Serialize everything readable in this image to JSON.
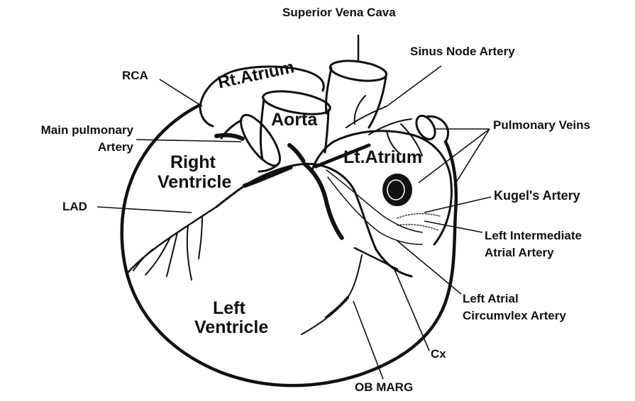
{
  "labels": {
    "superior_vena_cava": "Superior Vena Cava",
    "sinus_node_artery": "Sinus Node Artery",
    "rca": "RCA",
    "main_pulmonary_line1": "Main pulmonary",
    "main_pulmonary_line2": "Artery",
    "pulmonary_veins": "Pulmonary Veins",
    "lad": "LAD",
    "kugels_artery": "Kugel's Artery",
    "left_intermediate_line1": "Left Intermediate",
    "left_intermediate_line2": "Atrial Artery",
    "left_atrial_circ_line1": "Left Atrial",
    "left_atrial_circ_line2": "Circumvlex Artery",
    "cx": "Cx",
    "ob_marg": "OB MARG"
  },
  "regions": {
    "rt_atrium": "Rt.Atrium",
    "aorta": "Aorta",
    "lt_atrium": "Lt.Atrium",
    "right_ventricle_line1": "Right",
    "right_ventricle_line2": "Ventricle",
    "left_ventricle_line1": "Left",
    "left_ventricle_line2": "Ventricle"
  },
  "colors": {
    "ink": "#111111",
    "background": "#ffffff"
  }
}
